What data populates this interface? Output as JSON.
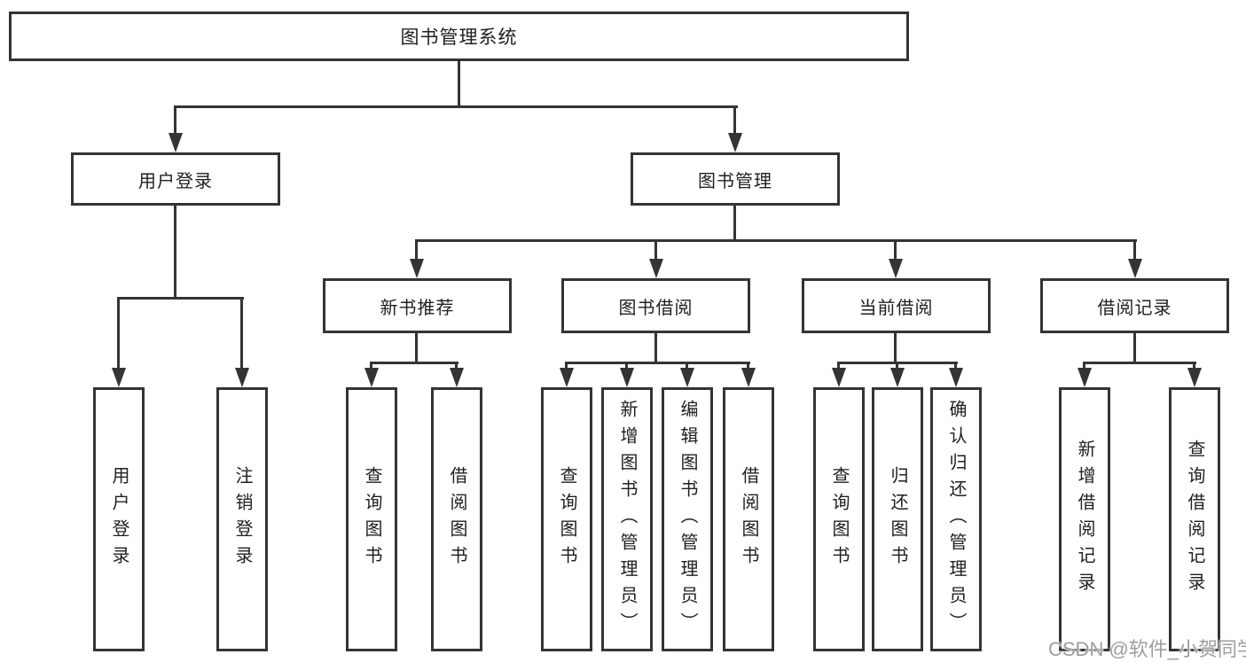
{
  "tree": {
    "root": "图书管理系统",
    "level2": [
      {
        "label": "用户登录",
        "children": [
          "用户登录",
          "注销登录"
        ]
      },
      {
        "label": "图书管理",
        "groups": [
          {
            "label": "新书推荐",
            "children": [
              "查询图书",
              "借阅图书"
            ]
          },
          {
            "label": "图书借阅",
            "children": [
              "查询图书",
              "新增图书（管理员）",
              "编辑图书（管理员）",
              "借阅图书"
            ]
          },
          {
            "label": "当前借阅",
            "children": [
              "查询图书",
              "归还图书",
              "确认归还（管理员）"
            ]
          },
          {
            "label": "借阅记录",
            "children": [
              "新增借阅记录",
              "查询借阅记录"
            ]
          }
        ]
      }
    ]
  },
  "watermark": "CSDN @软件_小贺同学",
  "colors": {
    "line": "#343434",
    "text": "#1f1f1f",
    "watermark": "#9e9e9e",
    "background": "#ffffff"
  }
}
